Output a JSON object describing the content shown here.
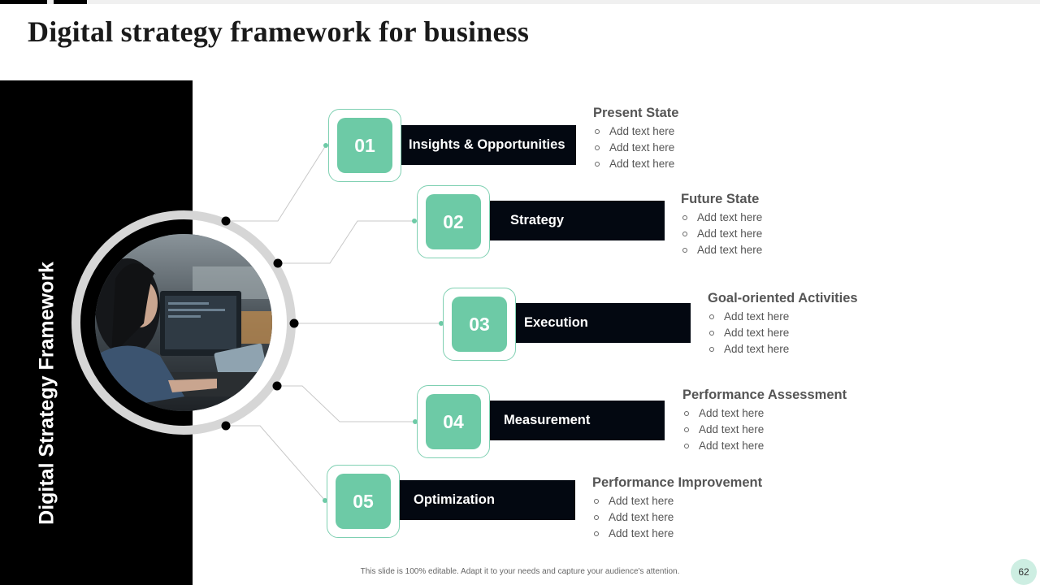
{
  "slide": {
    "title": "Digital strategy framework for business",
    "side_title": "Digital Strategy Framework",
    "footer": "This slide is 100% editable.  Adapt it to your needs and capture your audience's attention.",
    "page_number": "62"
  },
  "colors": {
    "accent": "#6dcaa6",
    "frame_border": "#7fd0b2",
    "bar": "#030811",
    "panel": "#000000",
    "ring": "#d6d6d6"
  },
  "steps": [
    {
      "number": "01",
      "label": "Insights & Opportunities",
      "heading": "Present State",
      "bullets": [
        "Add text here",
        "Add text here",
        "Add text here"
      ]
    },
    {
      "number": "02",
      "label": "Strategy",
      "heading": "Future State",
      "bullets": [
        "Add text here",
        "Add text here",
        "Add text here"
      ]
    },
    {
      "number": "03",
      "label": "Execution",
      "heading": "Goal-oriented Activities",
      "bullets": [
        "Add text here",
        "Add text here",
        "Add text here"
      ]
    },
    {
      "number": "04",
      "label": "Measurement",
      "heading": "Performance Assessment",
      "bullets": [
        "Add text here",
        "Add text here",
        "Add text here"
      ]
    },
    {
      "number": "05",
      "label": "Optimization",
      "heading": "Performance Improvement",
      "bullets": [
        "Add text here",
        "Add text here",
        "Add text here"
      ]
    }
  ]
}
